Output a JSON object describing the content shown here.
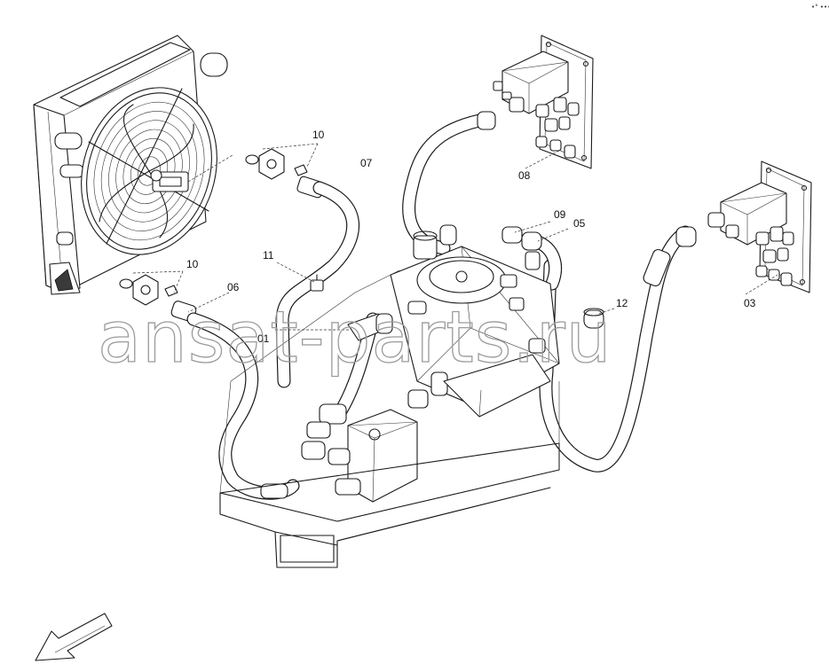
{
  "corner_mark": "•° •••",
  "callouts": [
    {
      "id": "c10a",
      "label": "10"
    },
    {
      "id": "c07",
      "label": "07"
    },
    {
      "id": "c10b",
      "label": "10"
    },
    {
      "id": "c06",
      "label": "06"
    },
    {
      "id": "c11",
      "label": "11"
    },
    {
      "id": "c01",
      "label": "01"
    },
    {
      "id": "c09",
      "label": "09"
    },
    {
      "id": "c05",
      "label": "05"
    },
    {
      "id": "c08",
      "label": "08"
    },
    {
      "id": "c12",
      "label": "12"
    },
    {
      "id": "c03",
      "label": "03"
    }
  ],
  "watermark": "ansat-parts.ru",
  "icons": {
    "fan": "radiator-fan-icon",
    "direction": "direction-arrow-icon",
    "valve": "control-valve-block-icon"
  },
  "colors": {
    "line": "#1a1a1a",
    "watermark": "#9a9a9a",
    "background": "#ffffff"
  }
}
